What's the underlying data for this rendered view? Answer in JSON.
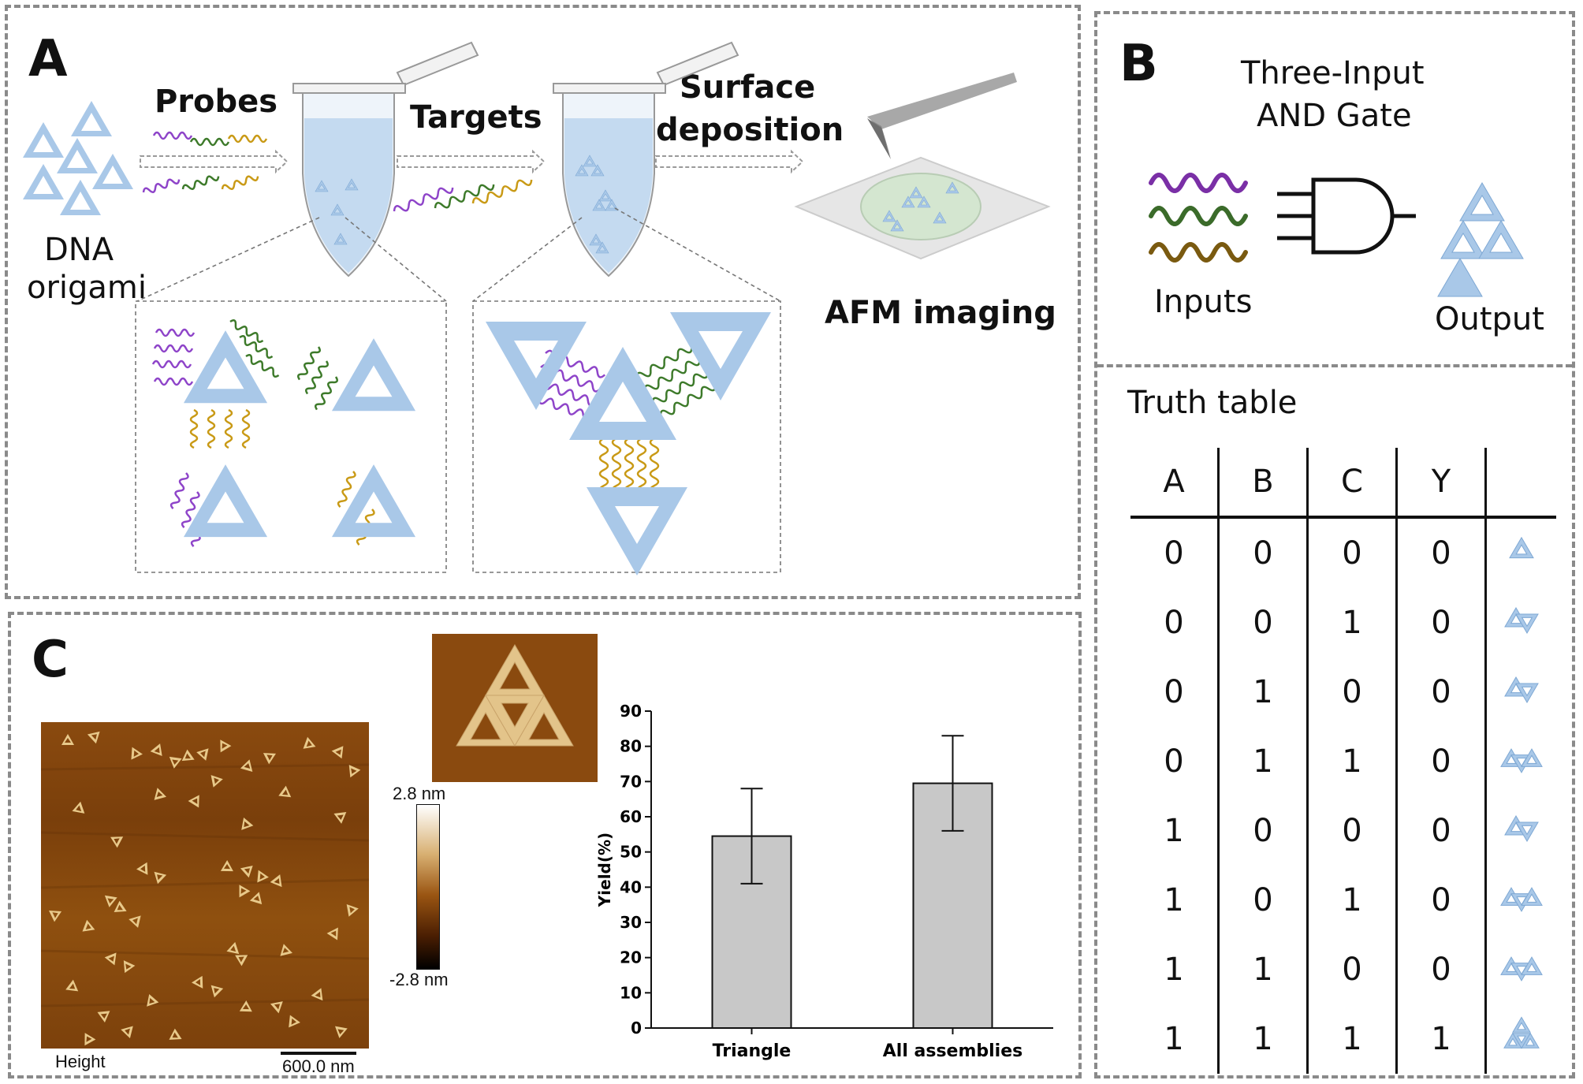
{
  "panelA": {
    "letter": "A",
    "probes": "Probes",
    "targets": "Targets",
    "surface_line1": "Surface",
    "surface_line2": "deposition",
    "dna_line1": "DNA",
    "dna_line2": "origami",
    "afm_imaging": "AFM imaging"
  },
  "panelB": {
    "letter": "B",
    "gate_title_line1": "Three-Input",
    "gate_title_line2": "AND Gate",
    "inputs": "Inputs",
    "output": "Output",
    "truth_table_title": "Truth table",
    "headers": [
      "A",
      "B",
      "C",
      "Y"
    ],
    "rows": [
      [
        "0",
        "0",
        "0",
        "0"
      ],
      [
        "0",
        "0",
        "1",
        "0"
      ],
      [
        "0",
        "1",
        "0",
        "0"
      ],
      [
        "0",
        "1",
        "1",
        "0"
      ],
      [
        "1",
        "0",
        "0",
        "0"
      ],
      [
        "1",
        "0",
        "1",
        "0"
      ],
      [
        "1",
        "1",
        "0",
        "0"
      ],
      [
        "1",
        "1",
        "1",
        "1"
      ]
    ],
    "row_icons": [
      "single",
      "dimer",
      "dimer",
      "trimer",
      "dimer",
      "trimer",
      "trimer",
      "tetramer"
    ]
  },
  "panelC": {
    "letter": "C",
    "height_label": "Height",
    "scale_bar": "600.0 nm",
    "colorbar_max": "2.8 nm",
    "colorbar_min": "-2.8 nm"
  },
  "colors": {
    "origami": "#a9c8e8",
    "probe_purple": "#8e44c9",
    "probe_green": "#3d7a2a",
    "probe_gold": "#c99a16",
    "afm_brown": "#8a4a0f",
    "bar_fill": "#c8c8c8"
  },
  "chart_data": {
    "type": "bar",
    "categories": [
      "Triangle",
      "All assemblies"
    ],
    "values": [
      54.5,
      69.5
    ],
    "errors": [
      13.5,
      13.5
    ],
    "xlabel": "",
    "ylabel": "Yield(%)",
    "ylim": [
      0,
      90
    ],
    "yticks": [
      0,
      10,
      20,
      30,
      40,
      50,
      60,
      70,
      80,
      90
    ],
    "grid": false
  }
}
